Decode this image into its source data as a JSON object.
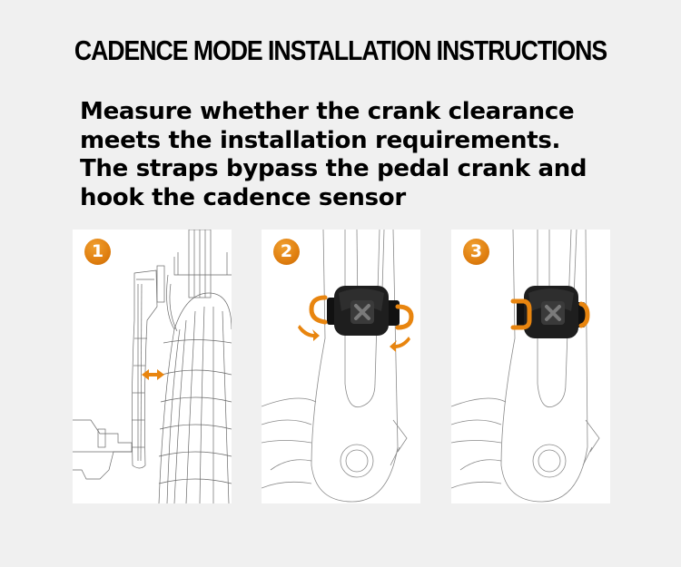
{
  "header": {
    "title": "CADENCE MODE INSTALLATION INSTRUCTIONS"
  },
  "description": {
    "lines": [
      "Measure whether the crank clearance",
      "meets the installation requirements.",
      "The straps bypass the pedal crank and",
      "hook the cadence sensor"
    ]
  },
  "steps": [
    {
      "number": "1",
      "illustration": "crank-clearance-wireframe",
      "icon": "double-arrow-icon"
    },
    {
      "number": "2",
      "illustration": "strap-wrapping-sensor",
      "icon": "rotate-arrows-icon"
    },
    {
      "number": "3",
      "illustration": "sensor-hooked-on-crank",
      "icon": "strap-hooked-icon"
    }
  ],
  "colors": {
    "background": "#f0f0f0",
    "panel": "#ffffff",
    "accent": "#e8850f",
    "sensor": "#1e1e1e",
    "line": "#9a9a9a"
  }
}
